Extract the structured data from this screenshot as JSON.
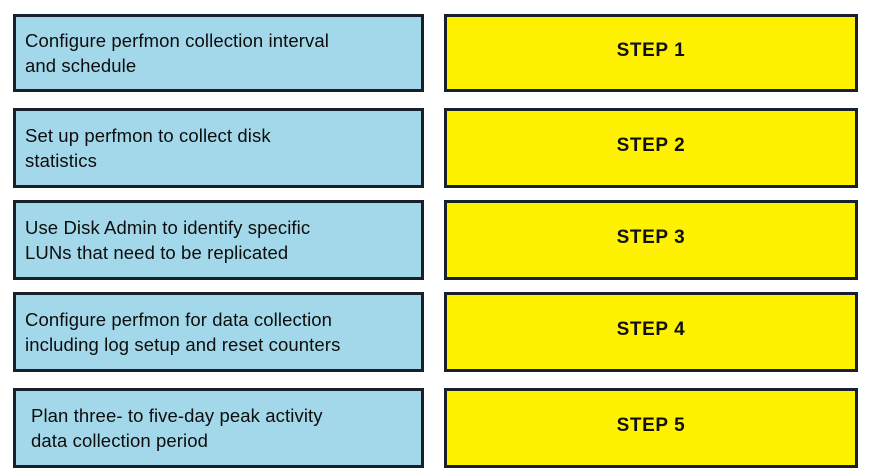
{
  "diagram": {
    "type": "two-column-step-list",
    "background_color": "#ffffff",
    "description_box_color": "#a2d8e9",
    "step_box_color": "#fff200",
    "border_color": "#16212b",
    "text_color": "#0d0d0d",
    "rows": [
      {
        "description": "Configure perfmon  collection interval\nand schedule",
        "step_label": "STEP 1"
      },
      {
        "description": "Set up perfmon to collect disk\nstatistics",
        "step_label": "STEP 2"
      },
      {
        "description": "Use Disk Admin to identify specific\nLUNs that need to be replicated",
        "step_label": "STEP 3"
      },
      {
        "description": "Configure perfmon for data collection\nincluding log setup and reset counters",
        "step_label": "STEP 4"
      },
      {
        "description": "Plan three- to five-day peak activity\ndata collection period",
        "step_label": "STEP 5"
      }
    ]
  }
}
